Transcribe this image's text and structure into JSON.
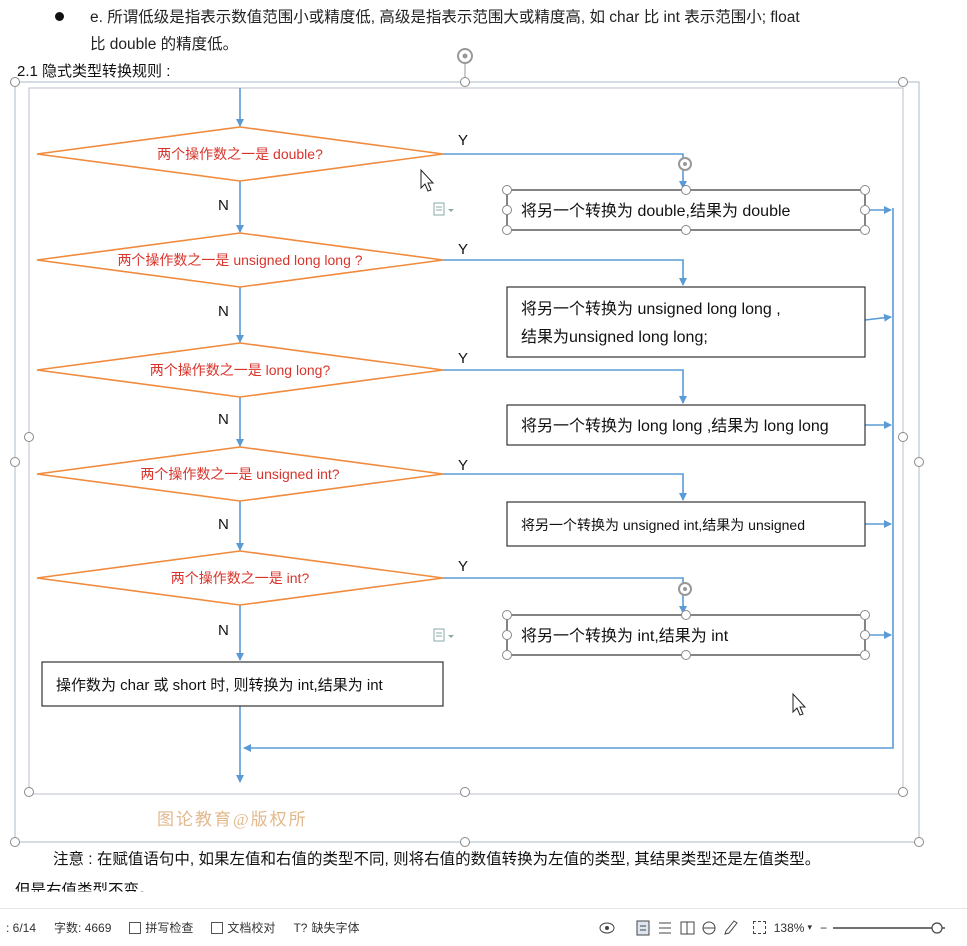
{
  "doc": {
    "bullet_line1": "e.  所谓低级是指表示数值范围小或精度低, 高级是指表示范围大或精度高,  如 char  比  int  表示范围小; float",
    "bullet_line2": "比 double  的精度低。",
    "section_title": "2.1 隐式类型转换规则 :",
    "note_line1": "注意 : 在赋值语句中, 如果左值和右值的类型不同, 则将右值的数值转换为左值的类型, 其结果类型还是左值类型。",
    "note_line2": "但是右值类型不变。",
    "watermark": "图论教育@版权所"
  },
  "flowchart": {
    "decisions": [
      "两个操作数之一是 double?",
      "两个操作数之一是 unsigned long long ?",
      "两个操作数之一是 long long?",
      "两个操作数之一是 unsigned int?",
      "两个操作数之一是 int?"
    ],
    "results": [
      "将另一个转换为 double,结果为 double",
      "将另一个转换为 unsigned long long ,",
      "结果为unsigned long long;",
      "将另一个转换为 long long ,结果为 long long",
      "将另一个转换为 unsigned int,结果为 unsigned",
      "将另一个转换为 int,结果为 int"
    ],
    "fallback": "操作数为 char  或 short 时,  则转换为 int,结果为 int",
    "yes_label": "Y",
    "no_label": "N",
    "colors": {
      "diamond_stroke": "#f08a3c",
      "decision_text": "#d9342b",
      "arrow": "#5b9bd5",
      "box_stroke": "#333333"
    }
  },
  "statusbar": {
    "page": ": 6/14",
    "word_count": "字数: 4669",
    "spell_check": "拼写检查",
    "doc_proof": "文档校对",
    "missing_font": "缺失字体",
    "zoom": "138%",
    "zoom_minus": "−",
    "icons": [
      "eye-icon",
      "page-view-icon",
      "outline-view-icon",
      "read-view-icon",
      "web-view-icon",
      "write-view-icon",
      "fit-icon"
    ]
  }
}
